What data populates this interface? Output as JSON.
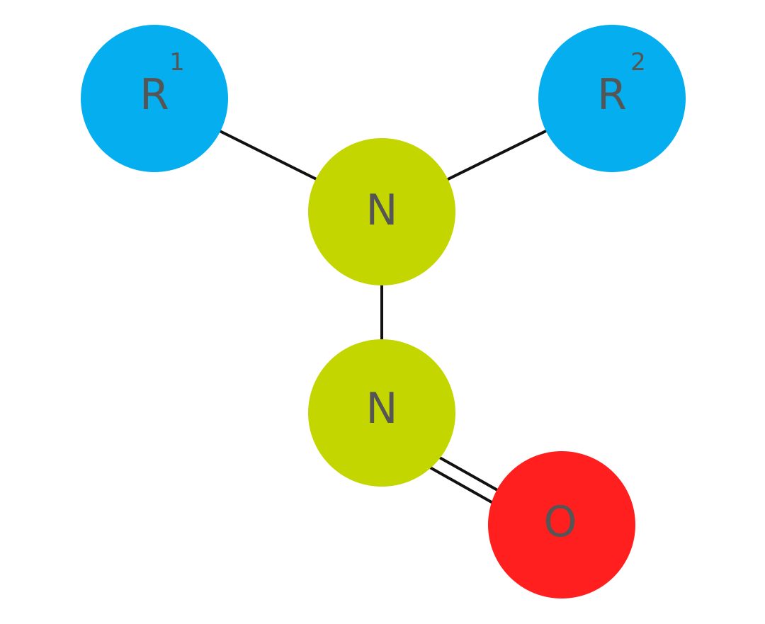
{
  "diagram": {
    "atoms": {
      "r1": {
        "symbol": "R",
        "superscript": "1",
        "color": "#05aeef"
      },
      "r2": {
        "symbol": "R",
        "superscript": "2",
        "color": "#05aeef"
      },
      "n1": {
        "symbol": "N",
        "color": "#c3d600"
      },
      "n2": {
        "symbol": "N",
        "color": "#c3d600"
      },
      "o": {
        "symbol": "O",
        "color": "#ff1f1f"
      }
    },
    "bonds": [
      {
        "from": "r1",
        "to": "n1",
        "order": 1
      },
      {
        "from": "r2",
        "to": "n1",
        "order": 1
      },
      {
        "from": "n1",
        "to": "n2",
        "order": 1
      },
      {
        "from": "n2",
        "to": "o",
        "order": 2
      }
    ]
  }
}
